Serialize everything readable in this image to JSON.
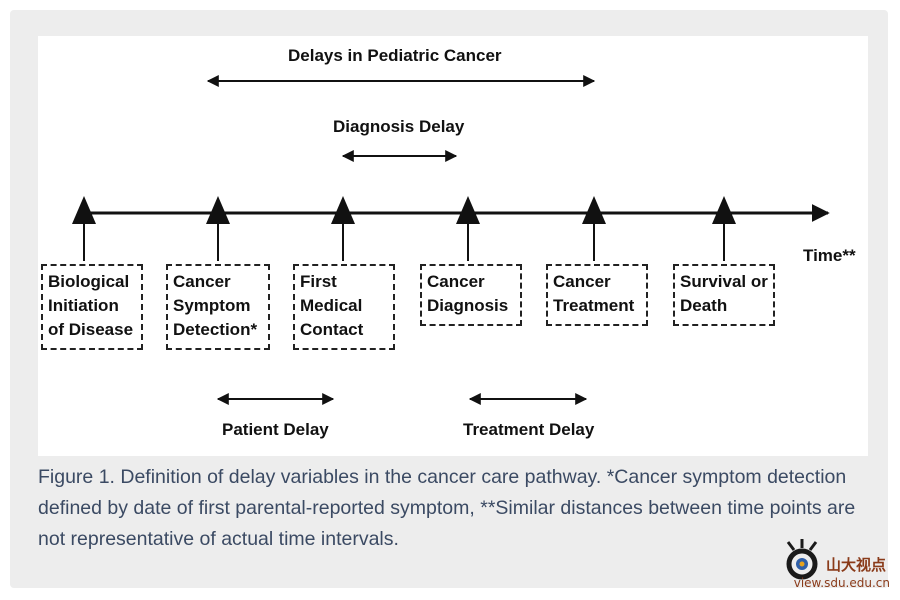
{
  "diagram": {
    "top_delay": {
      "label": "Delays in Pediatric Cancer"
    },
    "diagnosis_delay": {
      "label": "Diagnosis Delay"
    },
    "patient_delay": {
      "label": "Patient Delay"
    },
    "treatment_delay": {
      "label": "Treatment Delay"
    },
    "time_label": "Time**",
    "milestones": [
      {
        "label": "Biological\nInitiation\nof Disease"
      },
      {
        "label": "Cancer\nSymptom\nDetection*"
      },
      {
        "label": "First\nMedical\nContact"
      },
      {
        "label": "Cancer\nDiagnosis"
      },
      {
        "label": "Cancer\nTreatment"
      },
      {
        "label": "Survival or\nDeath"
      }
    ]
  },
  "caption": "Figure 1. Definition of delay variables in the cancer care pathway. *Cancer symptom detection defined by date of first parental-reported symptom, **Similar distances between time points are not representative of actual time intervals.",
  "watermark": {
    "name": "山大视点",
    "url": "view.sdu.edu.cn"
  },
  "colors": {
    "caption_text": "#3b4a63",
    "line": "#111111",
    "watermark": "#8a3b1a"
  }
}
